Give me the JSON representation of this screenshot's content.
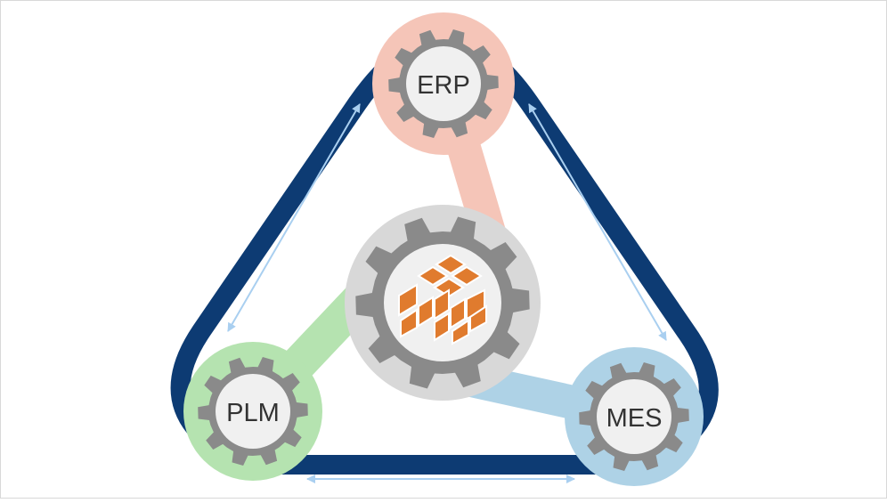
{
  "diagram": {
    "nodes": {
      "erp": {
        "label": "ERP",
        "color": "#f5c5b8"
      },
      "plm": {
        "label": "PLM",
        "color": "#b5e3b0"
      },
      "mes": {
        "label": "MES",
        "color": "#aed2e6"
      },
      "hub": {
        "label": "",
        "color": "#d8d8d8"
      }
    },
    "ring_color": "#0d3b73",
    "arrow_color": "#a9cff0",
    "gear_color": "#8a8a8a",
    "gear_inner_color": "#f0f0f0",
    "logo_color": "#e07b2e",
    "icons": [
      "gear-icon",
      "cube-logo-icon",
      "double-arrow-icon"
    ]
  }
}
